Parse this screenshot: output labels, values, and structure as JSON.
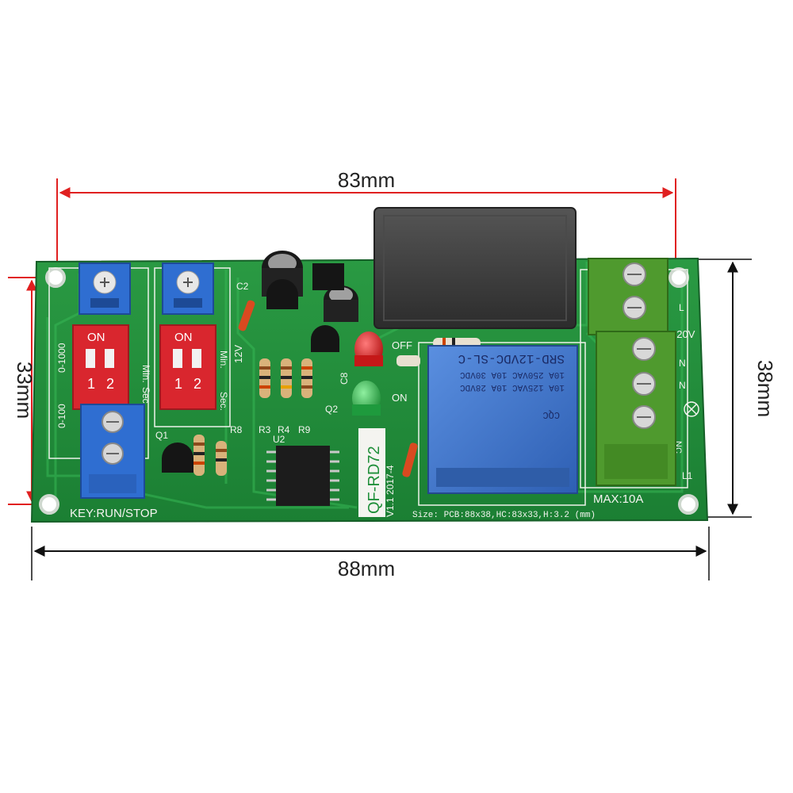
{
  "dimensions": {
    "top_width": "83mm",
    "bottom_width": "88mm",
    "left_height": "33mm",
    "right_height": "38mm"
  },
  "board": {
    "model": "QF-RD72",
    "version": "V1.1 2017-4",
    "size_note": "Size: PCB:88x38,HC:83x33,H:3.2 (mm)",
    "key_label": "KEY:RUN/STOP",
    "max_current": "MAX:10A",
    "voltage": "220V",
    "off_label": "OFF",
    "on_label": "ON",
    "silkscreen": {
      "range_a": "0-1000",
      "range_b": "0-100",
      "min": "Min.",
      "sec": "Sec.",
      "v12": "12V",
      "l": "L",
      "n": "N",
      "l1": "L1",
      "nc": "NC",
      "q1": "Q1",
      "q2": "Q2",
      "u2": "U2",
      "r3": "R3",
      "r4": "R4",
      "r8": "R8",
      "r9": "R9",
      "c2": "C2",
      "c8": "C8"
    },
    "dip_switch": {
      "on": "ON",
      "one": "1",
      "two": "2"
    },
    "relay": {
      "model": "SRD-12VDC-SL-C",
      "rating_1": "10A 250VAC  10A 30VDC",
      "rating_2": "10A 125VAC  10A 28VDC",
      "brand": "CQC"
    }
  },
  "colors": {
    "pcb": "#1f8f3a",
    "pcb_trace": "#2fae4c",
    "dimension_line": "#e02020",
    "dip_switch": "#d9262e",
    "terminal_green": "#4f9a2e",
    "terminal_blue": "#2f6ed1",
    "relay_blue": "#3d73c9",
    "transformer": "#3c3c3c",
    "led_red": "#d42020",
    "led_green": "#34b24a"
  }
}
